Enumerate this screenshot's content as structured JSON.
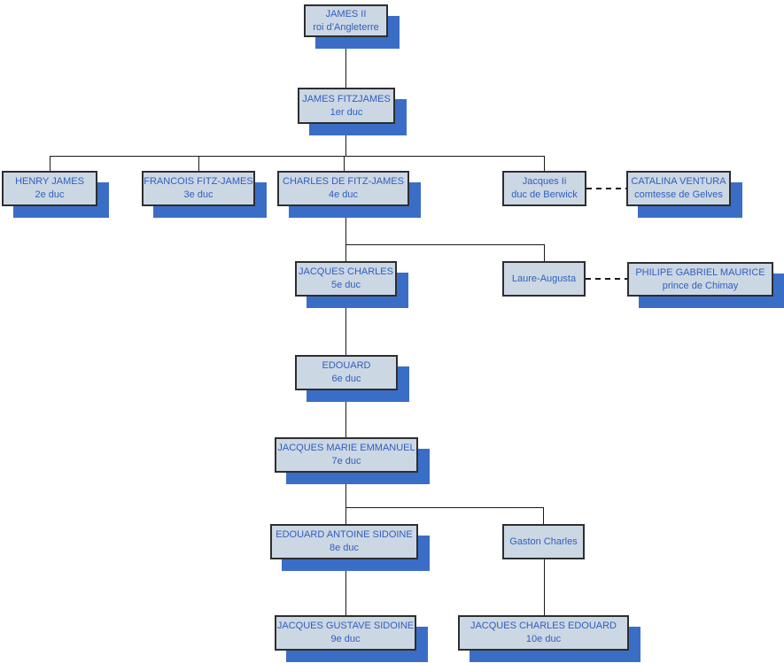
{
  "diagram_type": "family-tree-org-chart",
  "colors": {
    "canvas_bg": "#ffffff",
    "box_fill": "#ccd7e4",
    "box_border": "#2e2e2e",
    "text": "#2f5fbe",
    "shadow": "#3a6ec6",
    "line": "#1a1a1a"
  },
  "nodes": {
    "james_ii": {
      "name": "JAMES II",
      "subtitle": "roi d’Angleterre"
    },
    "james_fitzjames": {
      "name": "JAMES FITZJAMES",
      "subtitle": "1er duc"
    },
    "henry_james": {
      "name": "HENRY JAMES",
      "subtitle": "2e duc"
    },
    "francois": {
      "name": "FRANCOIS FITZ-JAMES",
      "subtitle": "3e duc"
    },
    "charles": {
      "name": "CHARLES DE FITZ-JAMES",
      "subtitle": "4e duc"
    },
    "jacques_ii": {
      "name": "Jacques Ii",
      "subtitle": "duc de Berwick"
    },
    "catalina": {
      "name": "CATALINA VENTURA",
      "subtitle": "comtesse de Gelves"
    },
    "jacques_charles": {
      "name": "JACQUES CHARLES",
      "subtitle": "5e duc"
    },
    "laure_augusta": {
      "name": "Laure-Augusta"
    },
    "philipe": {
      "name": "PHILIPE GABRIEL MAURICE",
      "subtitle": "prince de Chimay"
    },
    "edouard": {
      "name": "EDOUARD",
      "subtitle": "6e duc"
    },
    "jacques_marie": {
      "name": "JACQUES MARIE EMMANUEL",
      "subtitle": "7e duc"
    },
    "edouard_antoine": {
      "name": "EDOUARD ANTOINE SIDOINE",
      "subtitle": "8e duc"
    },
    "gaston": {
      "name": "Gaston Charles"
    },
    "jacques_gustave": {
      "name": "JACQUES GUSTAVE SIDOINE",
      "subtitle": "9e duc"
    },
    "jacques_edouard": {
      "name": "JACQUES CHARLES EDOUARD",
      "subtitle": "10e duc"
    }
  }
}
